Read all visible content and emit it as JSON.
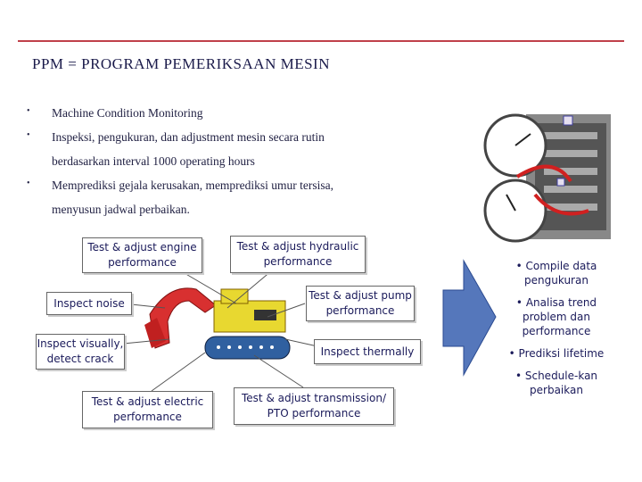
{
  "title": "PPM  =  PROGRAM  PEMERIKSAAN  MESIN",
  "bullets": [
    {
      "marker": "•",
      "line1": "Machine Condition Monitoring",
      "line2": ""
    },
    {
      "marker": "•",
      "line1": "Inspeksi, pengukuran, dan adjustment mesin secara rutin",
      "line2": "berdasarkan interval 1000 operating hours"
    },
    {
      "marker": "•",
      "line1": "Memprediksi gejala kerusakan, memprediksi umur tersisa,",
      "line2": "menyusun jadwal perbaikan."
    }
  ],
  "boxes": {
    "engine": "Test & adjust engine performance",
    "hydraulic": "Test & adjust hydraulic performance",
    "noise": "Inspect noise",
    "pump": "Test & adjust pump performance",
    "visual": "Inspect visually, detect crack",
    "thermal": "Inspect thermally",
    "electric": "Test & adjust electric performance",
    "transmission": "Test & adjust transmission/ PTO performance"
  },
  "results": [
    "• Compile data pengukuran",
    "• Analisa trend problem dan performance",
    "• Prediksi lifetime",
    "• Schedule-kan perbaikan"
  ],
  "colors": {
    "rule": "#c0404a",
    "arrow": "#5577bb",
    "excavator_body": "#e8d830",
    "boom": "#d83030",
    "track": "#3060a0"
  }
}
